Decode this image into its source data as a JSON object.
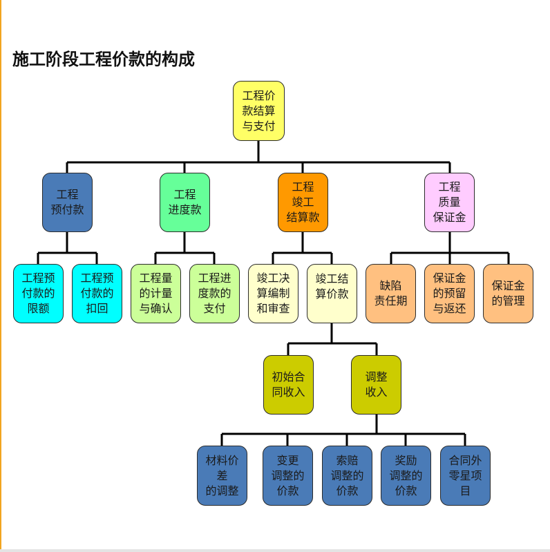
{
  "title": "施工阶段工程价款的构成",
  "colors": {
    "root": "#ffff66",
    "prepay": "#4a7bb7",
    "progress": "#66ff99",
    "settlement": "#ff9900",
    "quality": "#ffccff",
    "cyan": "#00ffff",
    "lightgreen": "#ccff99",
    "cream": "#ffffcc",
    "peach": "#ffc080",
    "olive": "#cccc00",
    "blue": "#4a7bb7"
  },
  "nodes": {
    "root": "工程价\n款结算\n与支付",
    "prepay": "工程\n预付款",
    "progress": "工程\n进度款",
    "settlement": "工程\n竣工\n结算款",
    "quality": "工程\n质量\n保证金",
    "prepay_limit": "工程预\n付款的\n限额",
    "prepay_deduct": "工程预\n付款的\n扣回",
    "progress_measure": "工程量\n的计量\n与确认",
    "progress_pay": "工程进\n度款的\n支付",
    "settle_prepare": "竣工决\n算编制\n和审查",
    "settle_price": "竣工结\n算价款",
    "defect_period": "缺陷\n责任期",
    "deposit_return": "保证金\n的预留\n与返还",
    "deposit_manage": "保证金\n的管理",
    "initial_contract": "初始合\n同收入",
    "adjust_income": "调整\n收入",
    "material_diff": "材料价\n差\n的调整",
    "change_adjust": "变更\n调整的\n价款",
    "claim_adjust": "索赔\n调整的\n价款",
    "reward_adjust": "奖励\n调整的\n价款",
    "extra_items": "合同外\n零星项\n目"
  }
}
